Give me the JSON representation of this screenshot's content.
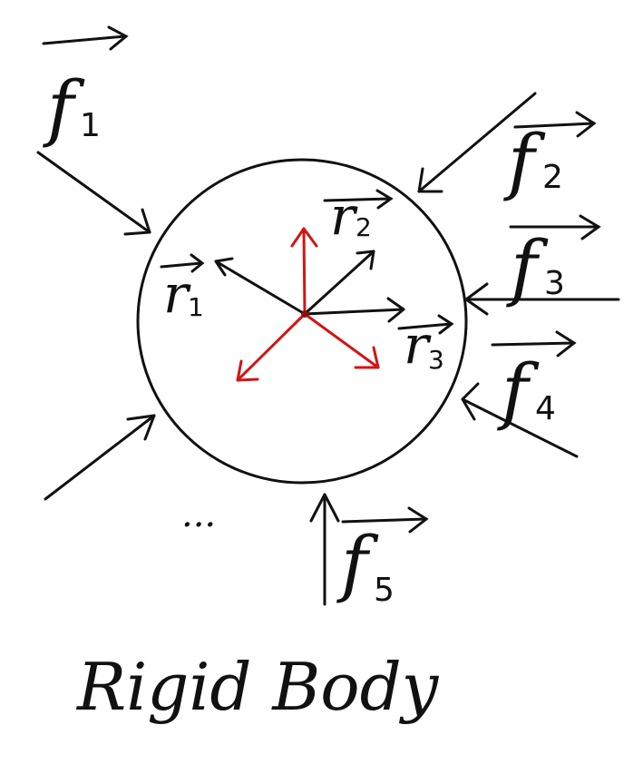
{
  "title": "Rigid Body",
  "ellipsis": "...",
  "colors": {
    "ink": "#111111",
    "accent": "#d41414",
    "background": "#ffffff"
  },
  "forces": [
    {
      "letter": "f",
      "index": "1"
    },
    {
      "letter": "f",
      "index": "2"
    },
    {
      "letter": "f",
      "index": "3"
    },
    {
      "letter": "f",
      "index": "4"
    },
    {
      "letter": "f",
      "index": "5"
    }
  ],
  "radius_vectors": [
    {
      "letter": "r",
      "index": "1"
    },
    {
      "letter": "r",
      "index": "2"
    },
    {
      "letter": "r",
      "index": "3"
    }
  ]
}
